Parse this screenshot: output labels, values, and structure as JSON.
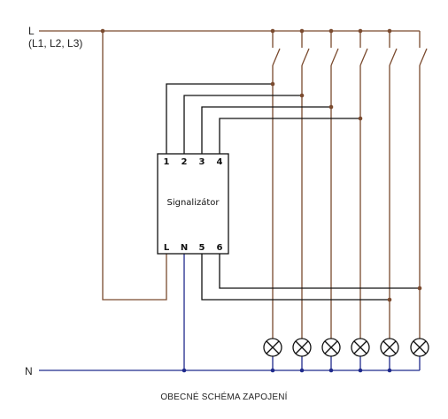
{
  "labels": {
    "line_name": "L",
    "line_phases": "(L1, L2, L3)",
    "neutral_name": "N",
    "device_name": "Signalizátor",
    "caption": "OBECNÉ SCHÉMA ZAPOJENÍ"
  },
  "pins": {
    "top": [
      "1",
      "2",
      "3",
      "4"
    ],
    "bottom": [
      "L",
      "N",
      "5",
      "6"
    ]
  },
  "colors": {
    "line_wire": "#7a4a2e",
    "neutral_wire": "#1f2a8c",
    "signal_wire": "#111111",
    "lamp_stroke": "#111111"
  },
  "components": {
    "switch_count": 6,
    "lamp_count": 6,
    "switch_icon": "open-switch-icon",
    "lamp_icon": "lamp-cross-icon"
  }
}
